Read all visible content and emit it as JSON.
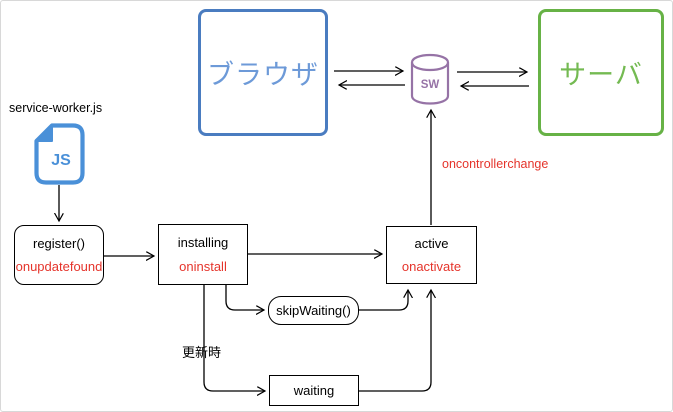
{
  "diagram": {
    "file_label": "service-worker.js",
    "browser": {
      "label": "ブラウザ"
    },
    "server": {
      "label": "サーバ"
    },
    "sw_store": {
      "label": "SW"
    },
    "js_icon": {
      "label": "JS"
    },
    "register": {
      "label": "register()",
      "event": "onupdatefound"
    },
    "installing": {
      "label": "installing",
      "event": "oninstall"
    },
    "active": {
      "label": "active",
      "event": "onactivate"
    },
    "skip_waiting": {
      "label": "skipWaiting()"
    },
    "waiting": {
      "label": "waiting"
    },
    "edge_labels": {
      "oncontrollerchange": "oncontrollerchange",
      "on_update": "更新時"
    },
    "colors": {
      "browser_blue": "#4a7cc0",
      "browser_text_blue": "#6d9ad8",
      "server_green": "#67b246",
      "sw_purple": "#9673a6",
      "js_blue": "#4a90d8",
      "event_red": "#e5342b",
      "line_black": "#000000"
    }
  }
}
